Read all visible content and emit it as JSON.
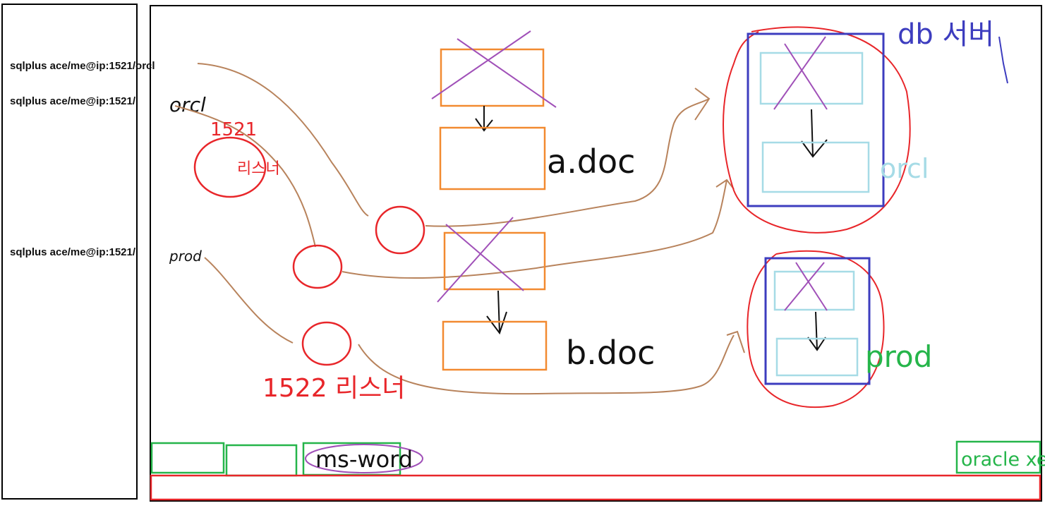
{
  "commands": [
    "sqlplus ace/me@ip:1521/orcl",
    "sqlplus ace/me@ip:1521/",
    "sqlplus ace/me@ip:1521/"
  ],
  "hand_suffix": {
    "cmd2": "orcl",
    "cmd3": "prod"
  },
  "listeners": {
    "port_1521": "1521",
    "listener_1521": "리스너",
    "label_1522": "1522 리스너"
  },
  "documents": {
    "a": "a.doc",
    "b": "b.doc"
  },
  "db_server_label": "db 서버",
  "instances": {
    "orcl": "orcl",
    "prod": "prod"
  },
  "taskbar": {
    "msword": "ms-word",
    "oracle_xe": "oracle xe"
  },
  "colors": {
    "orange": "#f28a30",
    "purple": "#a050b8",
    "red": "#e8262a",
    "blue": "#3d3dbf",
    "light_blue": "#a6dbe6",
    "brown": "#b8835c",
    "green": "#25b54a"
  }
}
